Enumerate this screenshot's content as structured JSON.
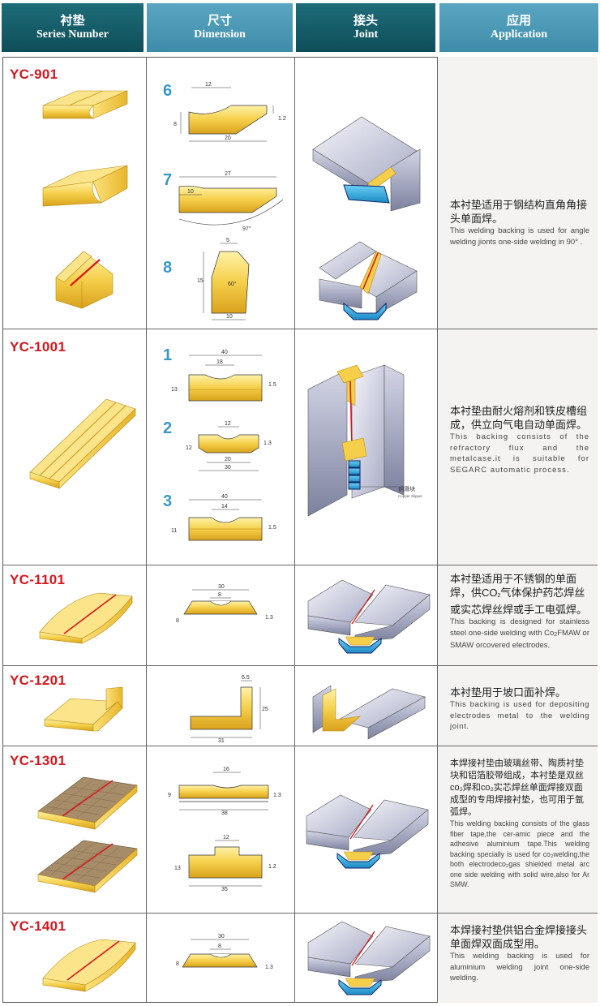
{
  "header": {
    "col1_cn": "衬垫",
    "col1_en": "Series Number",
    "col2_cn": "尺寸",
    "col2_en": "Dimension",
    "col3_cn": "接头",
    "col3_en": "Joint",
    "col4_cn": "应用",
    "col4_en": "Application"
  },
  "rows": [
    {
      "code": "YC-901",
      "profiles": [
        {
          "num": "6",
          "dims": [
            "12",
            "8",
            "1.2",
            "20"
          ]
        },
        {
          "num": "7",
          "dims": [
            "27",
            "10",
            "97°"
          ]
        },
        {
          "num": "8",
          "dims": [
            "5",
            "15",
            "60°",
            "10"
          ]
        }
      ],
      "app_cn": "本衬垫适用于钢结构直角角接头单面焊。",
      "app_en": "This welding backing is used for angle welding jionts one-side welding in 90° ."
    },
    {
      "code": "YC-1001",
      "profiles": [
        {
          "num": "1",
          "dims": [
            "40",
            "18",
            "13",
            "1.5"
          ]
        },
        {
          "num": "2",
          "dims": [
            "12",
            "12",
            "1.3",
            "20",
            "30"
          ]
        },
        {
          "num": "3",
          "dims": [
            "40",
            "14",
            "11",
            "1.5"
          ]
        }
      ],
      "joint_label_cn": "铜滑块",
      "joint_label_en": "Copper Slipper",
      "app_cn": "本衬垫由耐火熔剂和铁皮槽组成，供立向气电自动单面焊。",
      "app_en": "This backing consists of the refractory flux and the metalcase.it is suitable for SEGARC automatic process."
    },
    {
      "code": "YC-1101",
      "profiles": [
        {
          "dims": [
            "30",
            "8",
            "8",
            "1.3"
          ]
        }
      ],
      "app_cn_pre": "本衬垫适用于不锈钢的单面焊，供CO",
      "app_cn_sub": "2",
      "app_cn_post": "气体保护药芯焊丝或实芯焊丝焊或手工电弧焊。",
      "app_en_pre": "This backing is designed for stainless steel one-side welding with Co",
      "app_en_sub": "2",
      "app_en_post": "FMAW or SMAW orcovered electrodes."
    },
    {
      "code": "YC-1201",
      "profiles": [
        {
          "dims": [
            "6.5",
            "25",
            "31"
          ]
        }
      ],
      "app_cn": "本衬垫用于坡口面补焊。",
      "app_en": "This backing is used for depositing electrodes metal to the welding joint."
    },
    {
      "code": "YC-1301",
      "profiles": [
        {
          "dims": [
            "16",
            "9",
            "1.3",
            "38"
          ]
        },
        {
          "dims": [
            "12",
            "13",
            "1.2",
            "35"
          ]
        }
      ],
      "app_cn": "本焊接衬垫由玻璃丝带、陶质衬垫块和铝箔胶带组成，本衬垫是双丝co₂焊和co₂实芯焊丝单面焊接双面成型的专用焊接衬垫，也可用于氩弧焊。",
      "app_en": "This welding backing consists of the glass fiber tape,the cer-amic piece and the adhesive aluminium tape.This welding backing specially is used for co₂welding,the both electrodeco₂gas shielded metal arc one side welding with solid wire,also for Ar SMW."
    },
    {
      "code": "YC-1401",
      "profiles": [
        {
          "dims": [
            "30",
            "8",
            "8",
            "1.3"
          ]
        }
      ],
      "app_cn": "本焊接衬垫供铝合金焊接接头单面焊双面成型用。",
      "app_en": "This welding backing is used for aluminium welding joint one-side welding."
    }
  ],
  "colors": {
    "header_dark": "#0e4e59",
    "header_light": "#3e8ca9",
    "code_red": "#d5171e",
    "number_blue": "#3a98c4",
    "backing_yellow": "#f2c94c"
  }
}
